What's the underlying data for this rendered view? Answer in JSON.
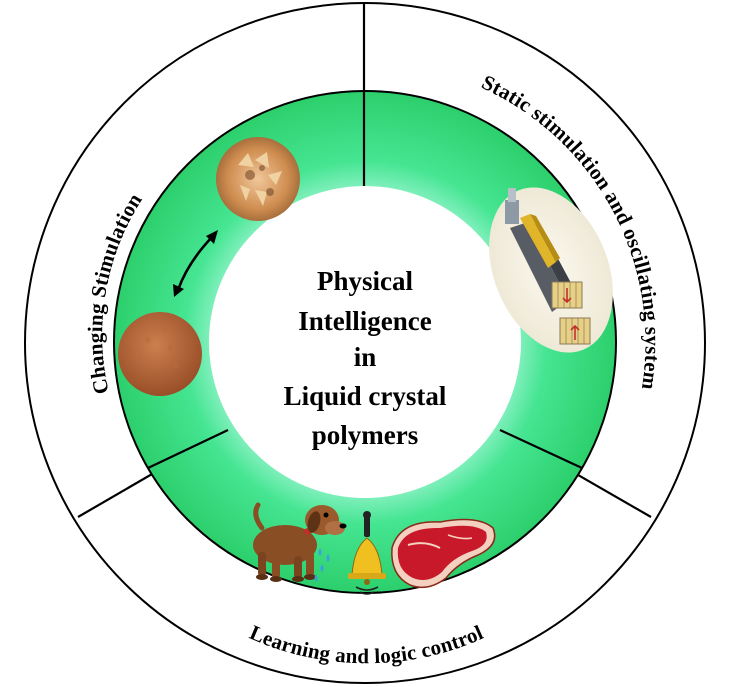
{
  "center": {
    "lines": [
      "Physical",
      "Intelligence",
      "in",
      "Liquid crystal",
      "polymers"
    ]
  },
  "ring_labels": {
    "left": "Changing Stimulation",
    "right": "Static stimulation and oscillating system",
    "bottom": "Learning and logic control"
  },
  "colors": {
    "outer_ring": "#ffffff",
    "ring_stroke": "#000000",
    "green_edge": "#2fcf6e",
    "green_mid": "#33e07d",
    "green_inner": "#9ff5d3",
    "center_fill": "#ffffff",
    "copper_dark": "#a85a30",
    "copper_light": "#c97a45",
    "crystal_gold": "#d49a55",
    "dog_brown": "#8a4e24",
    "bell_gold": "#f0c020",
    "meat_red": "#c8192a",
    "water_blue": "#3aa0e0"
  },
  "icons": {
    "top_sample": "crystalline-sample-image",
    "bottom_sample": "copper-film-sample-image",
    "cycle": "double-arrow-icon",
    "oscillator": "oscillating-device-image",
    "dog": "salivating-dog-icon",
    "bell": "ringing-bell-icon",
    "meat": "steak-icon"
  }
}
